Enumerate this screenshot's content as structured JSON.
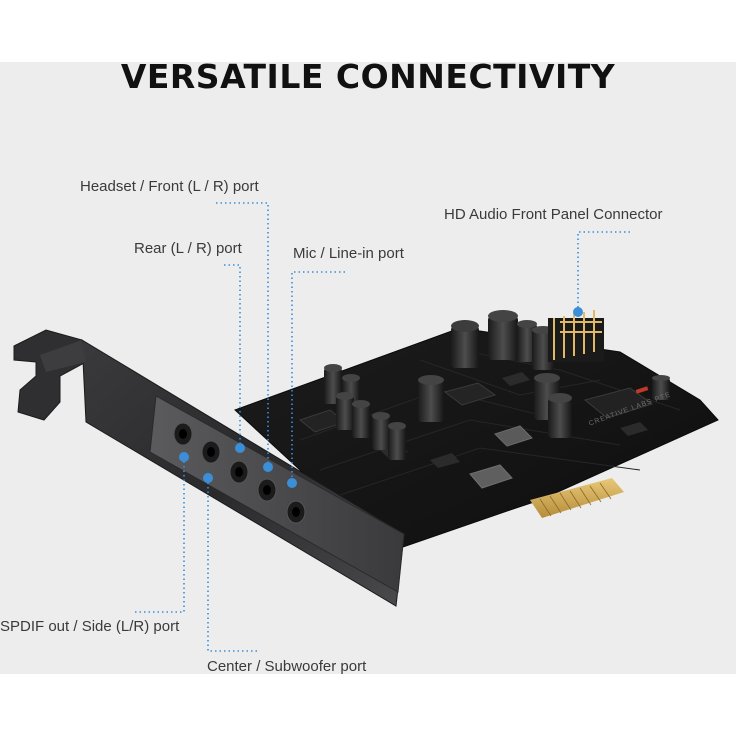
{
  "title": "VERSATILE CONNECTIVITY",
  "labels": {
    "headset": "Headset / Front (L / R) port",
    "rear": "Rear (L / R) port",
    "mic": "Mic / Line-in port",
    "hd_audio": "HD Audio Front Panel Connector",
    "spdif": "SPDIF out / Side (L/R) port",
    "center": "Center / Subwoofer port"
  },
  "pcb_print": "CREATIVE LABS PTE",
  "colors": {
    "background": "#ededed",
    "callout": "#3b8fd9",
    "pcb": "#141414",
    "bracket": "#2a2a2c",
    "gold_contacts": "#d8b25a"
  }
}
